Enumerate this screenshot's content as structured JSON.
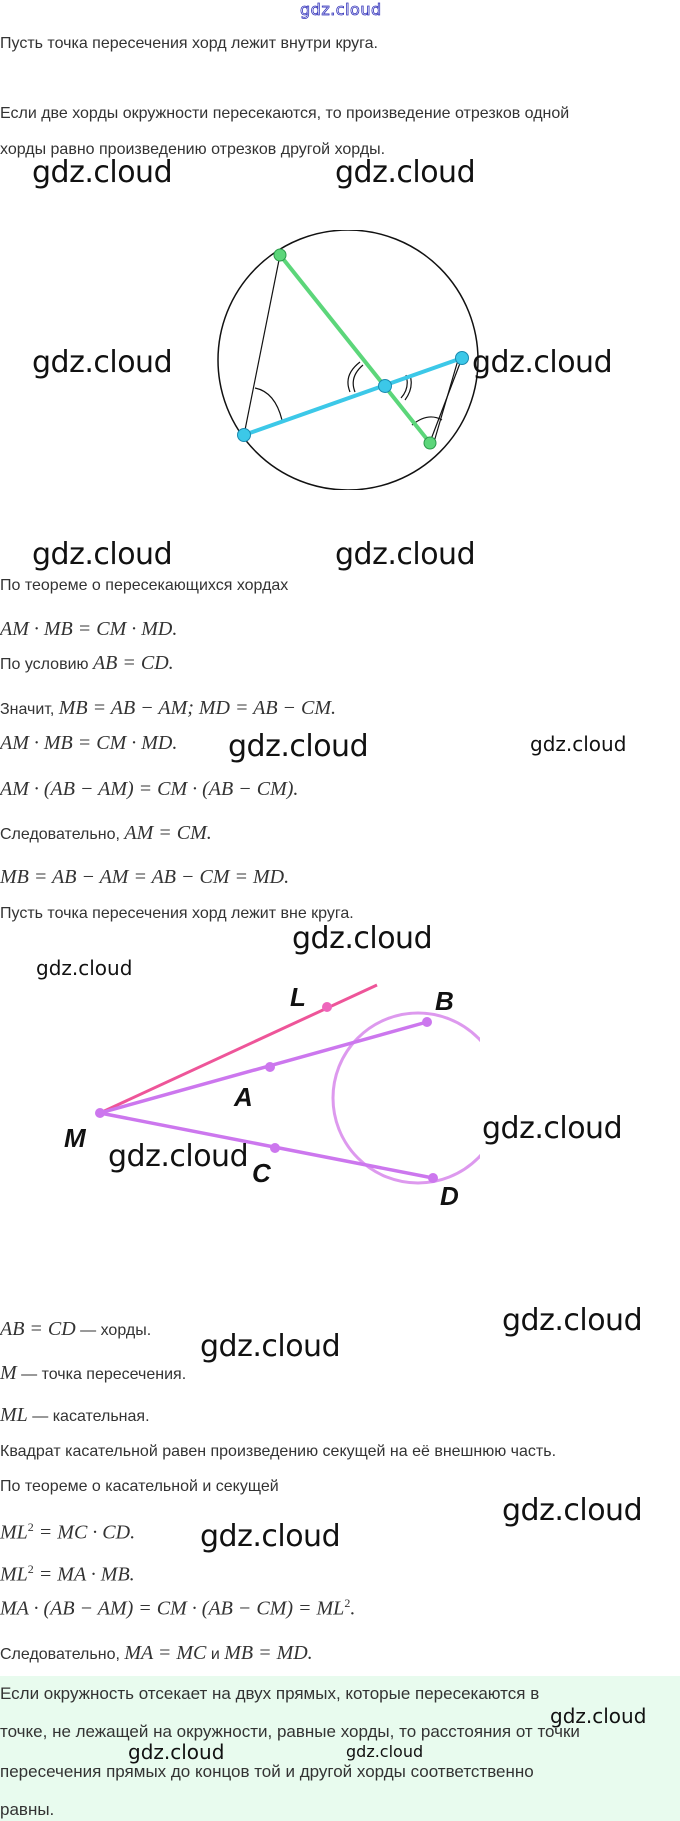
{
  "watermark": {
    "text": "gdz.cloud"
  },
  "section1": {
    "intro": "Пусть точка пересечения хорд лежит внутри круга.",
    "theorem_line1": "Если две хорды окружности пересекаются, то произведение отрезков одной",
    "theorem_line2": "хорды равно произведению отрезков другой хорды."
  },
  "figure1": {
    "description": "circle-with-intersecting-chords",
    "colors": {
      "chord1": "#3cc8e8",
      "chord2": "#5cd67a",
      "circle": "#111111"
    }
  },
  "proof1": {
    "line1_text": "По теореме о пересекающихся хордах",
    "eq1": "AM · MB = CM · MD.",
    "line2_prefix": "По условию ",
    "eq2": "AB = CD.",
    "line3_prefix": "Значит, ",
    "eq3": "MB = AB − AM; MD = AB − CM.",
    "eq4": "AM · MB = CM · MD.",
    "eq5": "AM · (AB − AM) = CM · (AB − CM).",
    "line6_prefix": "Следовательно, ",
    "eq6": "AM = CM.",
    "eq7": "MB = AB − AM = AB − CM = MD."
  },
  "section2": {
    "intro": "Пусть точка пересечения хорд лежит вне круга."
  },
  "figure2": {
    "description": "circle-with-tangent-and-secants",
    "labels": {
      "L": "L",
      "B": "B",
      "A": "A",
      "M": "M",
      "C": "C",
      "D": "D"
    },
    "colors": {
      "secant": "#cc77ee",
      "tangent": "#ee5599",
      "circle": "#dd99ee"
    }
  },
  "proof2": {
    "eq1": "AB = CD",
    "eq1_suffix": " — хорды.",
    "eq2": "M",
    "eq2_suffix": " — точка пересечения.",
    "eq3": "ML",
    "eq3_suffix": " — касательная.",
    "line4": "Квадрат касательной равен произведению секущей на её внешнюю часть.",
    "line5": "По теореме о касательной и секущей",
    "eq6_a": "ML",
    "eq6_sup": "2",
    "eq6_b": " = MC · CD.",
    "eq7_a": "ML",
    "eq7_sup": "2",
    "eq7_b": " = MA · MB.",
    "eq8_a": "MA · (AB − AM) = CM · (AB − CM) = ML",
    "eq8_sup": "2",
    "eq8_b": ".",
    "line9_prefix": "Следовательно, ",
    "eq9_a": "MA = MC",
    "eq9_mid": " и ",
    "eq9_b": "MB = MD."
  },
  "conclusion": {
    "line1": "Если окружность отсекает на двух прямых, которые пересекаются в",
    "line2": "точке, не лежащей на окружности, равные хорды, то расстояния от точки",
    "line3": "пересечения прямых до концов той и другой хорды соответственно",
    "line4": "равны.",
    "background": "#e8fbee"
  }
}
